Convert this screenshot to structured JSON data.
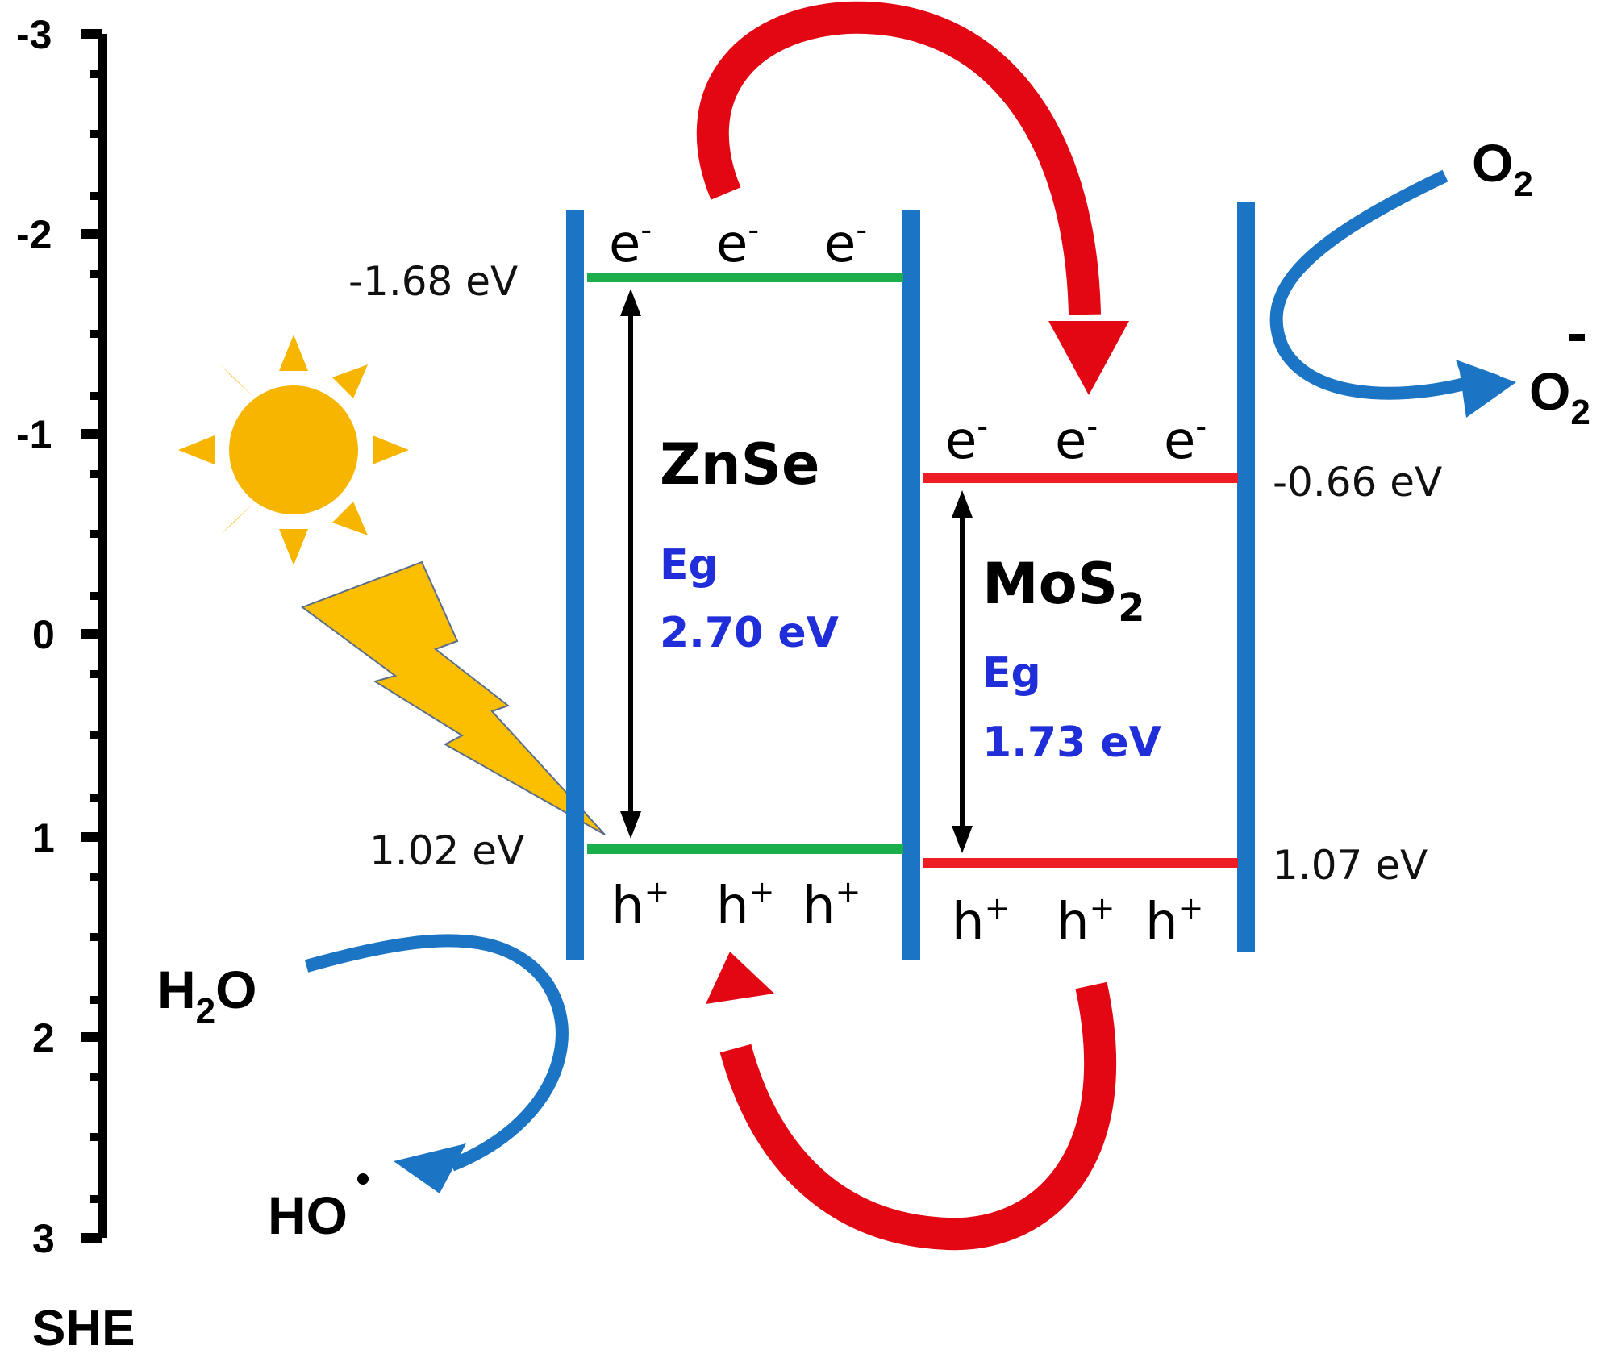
{
  "scale": {
    "label": "SHE",
    "ticks": [
      "-3",
      "-2",
      "-1",
      "0",
      "1",
      "2",
      "3"
    ]
  },
  "zns": {
    "name": "ZnSe",
    "eg_label": "Eg",
    "eg_value": "2.70 eV",
    "cb_energy": "-1.68 eV",
    "vb_energy": "1.02 eV",
    "electron": "e",
    "hole": "h",
    "band_color": "#1aaf4b"
  },
  "mos2": {
    "name": "MoS",
    "name_sub": "2",
    "eg_label": "Eg",
    "eg_value": "1.73 eV",
    "cb_energy": "-0.66 eV",
    "vb_energy": "1.07 eV",
    "electron": "e",
    "hole": "h",
    "band_color": "#ee1c24"
  },
  "reactions": {
    "o2": "O",
    "o2_sub": "2",
    "o2_minus": "O",
    "o2_minus_sub": "2",
    "h2o_h": "H",
    "h2o_sub": "2",
    "h2o_o": "O",
    "ho": "HO"
  },
  "colors": {
    "wall": "#1b75c4",
    "arrow_red": "#e30613",
    "arrow_blue": "#1b75c4",
    "sun": "#f7b500",
    "bolt": "#fbbf00",
    "eg_text": "#1f2ed8"
  }
}
